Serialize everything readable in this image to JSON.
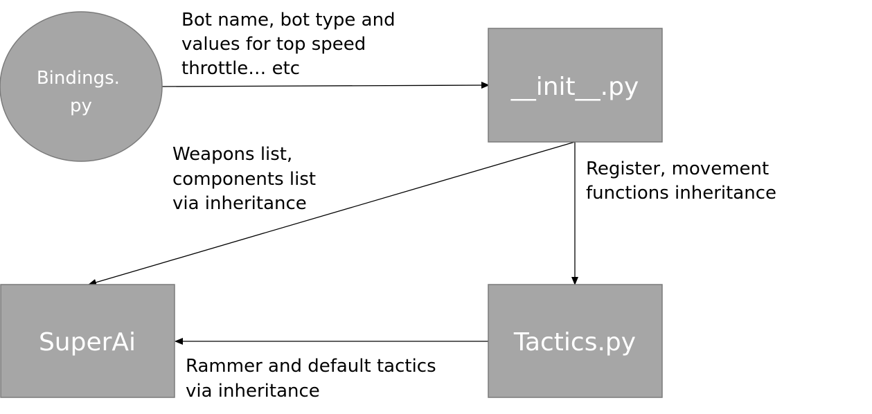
{
  "nodes": {
    "bindings": {
      "lines": [
        "Bindings.",
        "py"
      ]
    },
    "init": {
      "label": "__init__.py"
    },
    "superai": {
      "label": "SuperAi"
    },
    "tactics": {
      "label": "Tactics.py"
    }
  },
  "edges": {
    "bindings_to_init": {
      "label_lines": [
        "Bot name, bot type and",
        "values for top speed",
        "throttle… etc"
      ]
    },
    "init_to_superai": {
      "label_lines": [
        "Weapons list,",
        "components  list",
        "via inheritance"
      ]
    },
    "init_to_tactics": {
      "label_lines": [
        "Register, movement",
        "functions inheritance"
      ]
    },
    "tactics_to_superai": {
      "label_lines": [
        "Rammer and default tactics",
        "via inheritance"
      ]
    }
  },
  "colors": {
    "node_fill": "#a6a6a6",
    "node_stroke": "#7a7a7a",
    "node_text": "#ffffff",
    "edge": "#000000",
    "label_text": "#000000"
  }
}
